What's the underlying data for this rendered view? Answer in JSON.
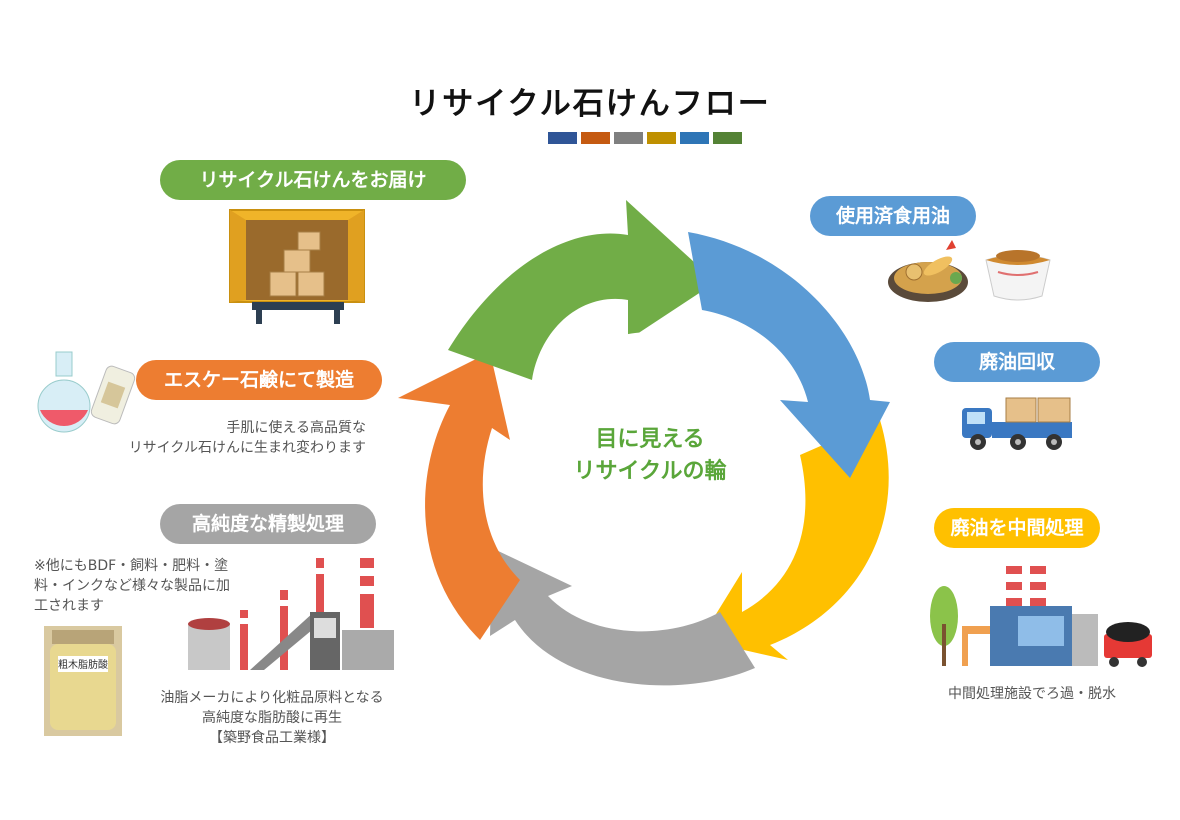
{
  "title": "リサイクル石けんフロー",
  "swatch_colors": [
    "#2f5597",
    "#c55a11",
    "#7f7f7f",
    "#bf9000",
    "#2e75b6",
    "#548235"
  ],
  "center": {
    "line1": "目に見える",
    "line2": "リサイクルの輪"
  },
  "cycle_colors": {
    "green": "#71ad47",
    "blue": "#5b9bd5",
    "yellow": "#ffc000",
    "gray": "#a5a5a5",
    "orange": "#ed7d31"
  },
  "steps": {
    "deliver": {
      "label": "リサイクル石けんをお届け",
      "color": "#71ad47",
      "icon": "delivery-container-icon"
    },
    "used_oil": {
      "label": "使用済食用油",
      "color": "#5b9bd5",
      "icon": "tempura-katsudon-icon"
    },
    "collect": {
      "label": "廃油回収",
      "color": "#5b9bd5",
      "icon": "delivery-truck-icon"
    },
    "intermediate": {
      "label": "廃油を中間処理",
      "color": "#ffc000",
      "icon": "factory-icon",
      "note": "中間処理施設でろ過・脱水"
    },
    "refine": {
      "label": "高純度な精製処理",
      "color": "#a5a5a5",
      "icon": "refinery-plant-icon",
      "note_left_1": "※他にもBDF・飼料・肥料・塗",
      "note_left_2": "料・インクなど様々な製品に加",
      "note_left_3": "工されます",
      "jar_label": "粗木脂肪酸",
      "note_1": "油脂メーカにより化粧品原料となる",
      "note_2": "高純度な脂肪酸に再生",
      "note_3": "【築野食品工業様】"
    },
    "manufacture": {
      "label": "エスケー石鹸にて製造",
      "color": "#ed7d31",
      "icon": "flask-bottle-icon",
      "note_1": "手肌に使える高品質な",
      "note_2": "リサイクル石けんに生まれ変わります"
    }
  }
}
